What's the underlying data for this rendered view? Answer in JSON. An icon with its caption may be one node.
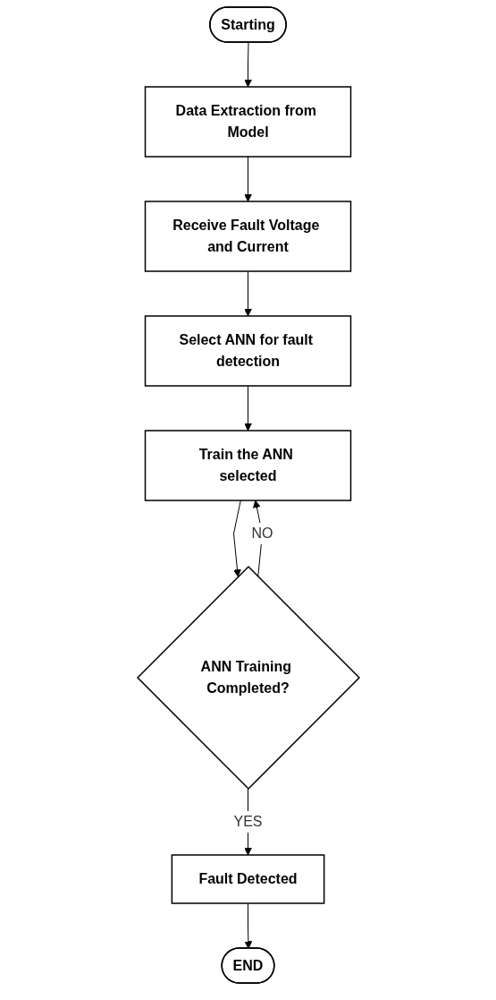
{
  "diagram": {
    "nodes": [
      {
        "text": [
          "Starting"
        ]
      },
      {
        "text": [
          "Data Extraction from Model"
        ]
      },
      {
        "text": [
          "Receive Fault Voltage and Current"
        ]
      },
      {
        "text": [
          "Select ANN for fault detection"
        ]
      },
      {
        "text": [
          "Train the ANN selected"
        ]
      },
      {
        "text": [
          "ANN Training Completed?"
        ]
      },
      {
        "text": [
          "Fault Detected"
        ]
      },
      {
        "text": [
          "END"
        ]
      }
    ],
    "edges": [
      {
        "from": 0,
        "to": 1,
        "arrow": "to"
      },
      {
        "from": 1,
        "to": 2,
        "arrow": "to"
      },
      {
        "from": 2,
        "to": 3,
        "arrow": "to"
      },
      {
        "from": 3,
        "to": 4,
        "arrow": "to"
      },
      {
        "from": 4,
        "to": 5,
        "arrow": "to"
      },
      {
        "from": 5,
        "to": 4,
        "arrow": "to",
        "label": "NO"
      },
      {
        "from": 5,
        "to": 6,
        "arrow": "to",
        "label": "YES"
      },
      {
        "from": 6,
        "to": 7,
        "arrow": "to"
      }
    ]
  }
}
